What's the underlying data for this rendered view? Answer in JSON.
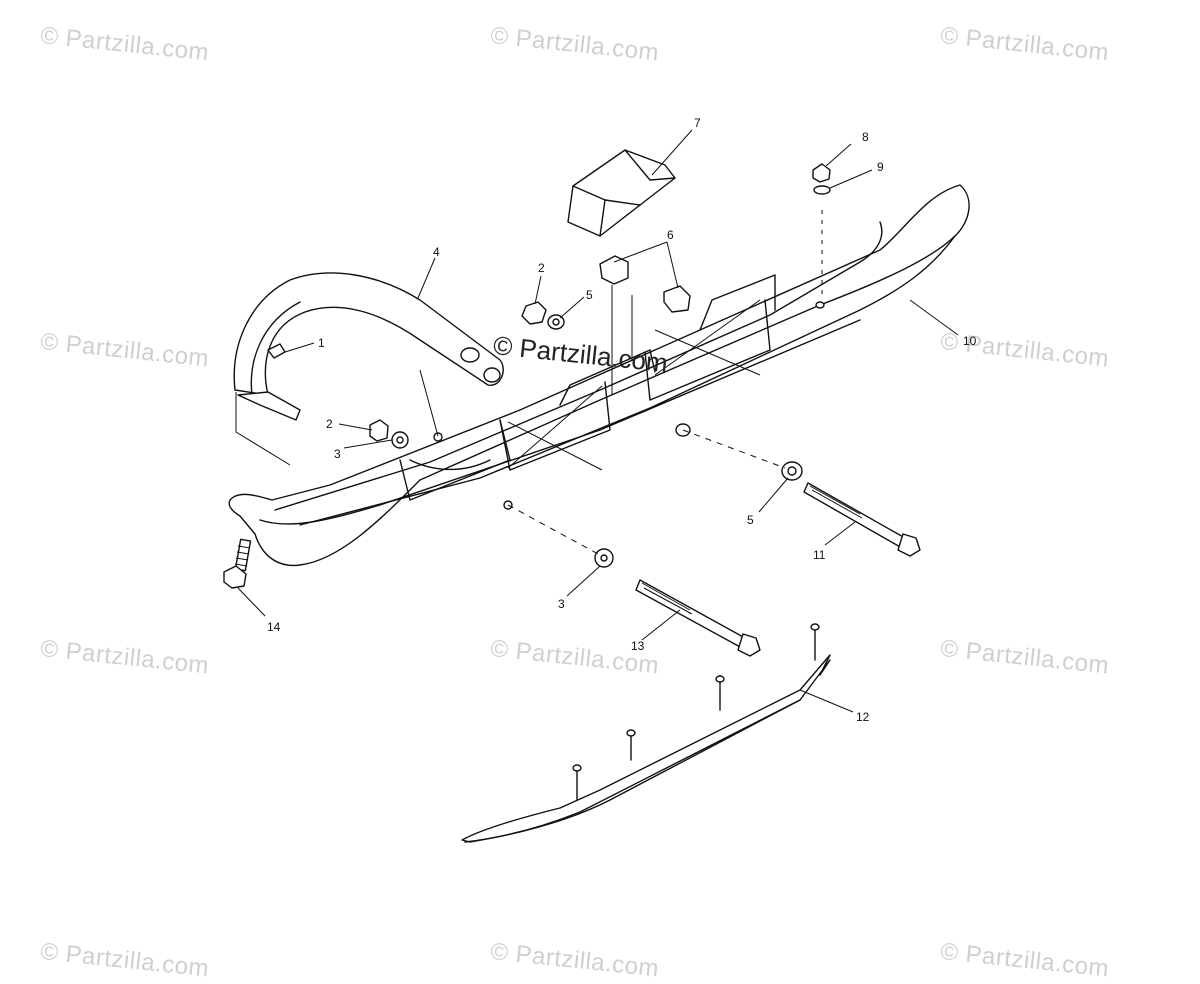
{
  "watermark": {
    "text": "© Partzilla.com"
  },
  "center_watermark": {
    "text": "© Partzilla.com"
  },
  "callouts": [
    {
      "id": "1",
      "label": "1"
    },
    {
      "id": "2a",
      "label": "2"
    },
    {
      "id": "2b",
      "label": "2"
    },
    {
      "id": "3a",
      "label": "3"
    },
    {
      "id": "3b",
      "label": "3"
    },
    {
      "id": "4",
      "label": "4"
    },
    {
      "id": "5a",
      "label": "5"
    },
    {
      "id": "5b",
      "label": "5"
    },
    {
      "id": "6",
      "label": "6"
    },
    {
      "id": "7",
      "label": "7"
    },
    {
      "id": "8",
      "label": "8"
    },
    {
      "id": "9",
      "label": "9"
    },
    {
      "id": "10",
      "label": "10"
    },
    {
      "id": "11",
      "label": "11"
    },
    {
      "id": "12",
      "label": "12"
    },
    {
      "id": "13",
      "label": "13"
    },
    {
      "id": "14",
      "label": "14"
    }
  ]
}
